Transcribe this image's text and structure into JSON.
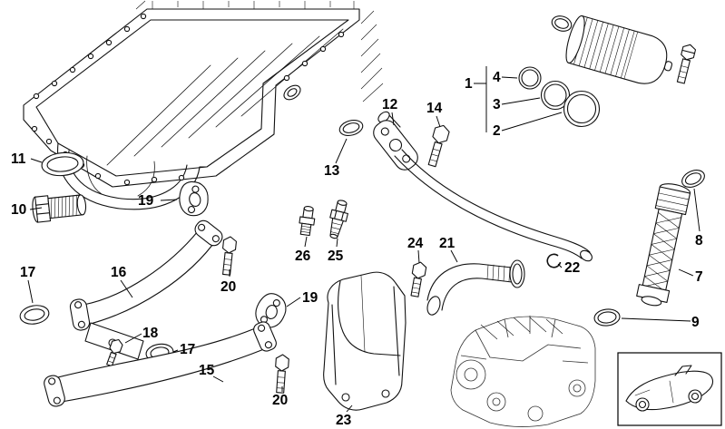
{
  "diagram": {
    "background": "#ffffff",
    "line_color": "#111111",
    "callouts": {
      "c1": "1",
      "c2": "2",
      "c3": "3",
      "c4": "4",
      "c7": "7",
      "c8": "8",
      "c9": "9",
      "c10": "10",
      "c11": "11",
      "c12": "12",
      "c13": "13",
      "c14": "14",
      "c15": "15",
      "c16": "16",
      "c17": "17",
      "c18": "18",
      "c19": "19",
      "c20": "20",
      "c21": "21",
      "c22": "22",
      "c23": "23",
      "c24": "24",
      "c25": "25",
      "c26": "26"
    }
  }
}
